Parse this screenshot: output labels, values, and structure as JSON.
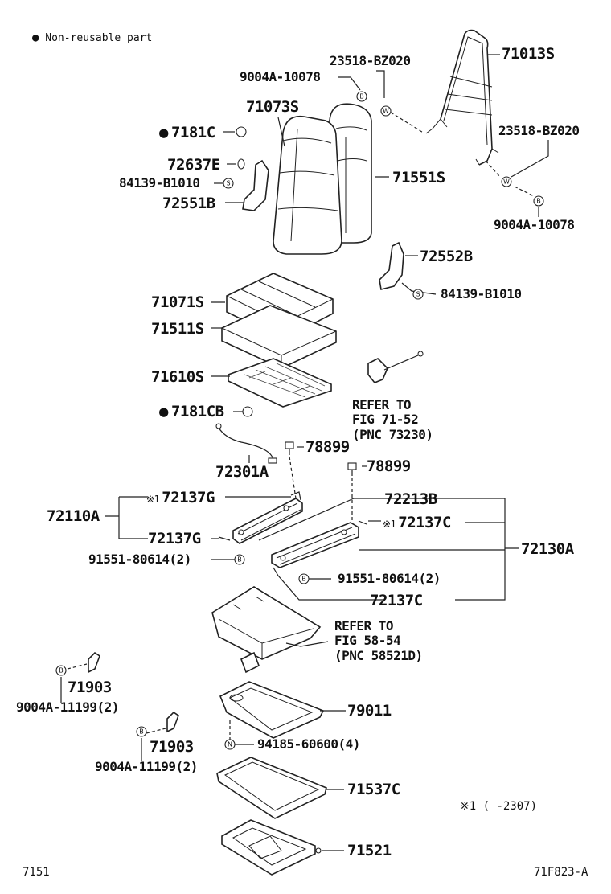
{
  "legend": {
    "non_reusable": "Non-reusable part"
  },
  "footnote": {
    "range": "※1 (      -2307)"
  },
  "footer": {
    "left_code": "7151",
    "right_code": "71F823-A"
  },
  "parts": {
    "p71013S": "71013S",
    "p23518_top": "23518-BZ020",
    "p9004A_10078_top": "9004A-10078",
    "p71073S": "71073S",
    "p7181C": "7181C",
    "p72637E": "72637E",
    "p84139_left": "84139-B1010",
    "p72551B": "72551B",
    "p71551S": "71551S",
    "p23518_right": "23518-BZ020",
    "p9004A_10078_right": "9004A-10078",
    "p72552B": "72552B",
    "p84139_right": "84139-B1010",
    "p71071S": "71071S",
    "p71511S": "71511S",
    "p71610S": "71610S",
    "p7181CB": "7181CB",
    "p72301A": "72301A",
    "p78899_a": "78899",
    "p78899_b": "78899",
    "p72137G_top": "72137G",
    "p72110A": "72110A",
    "p72137G_bottom": "72137G",
    "p91551_left": "91551-80614(2)",
    "p72213B": "72213B",
    "p72137C_top": "72137C",
    "p72130A": "72130A",
    "p91551_right": "91551-80614(2)",
    "p72137C_bottom": "72137C",
    "p71903_a": "71903",
    "p9004A_11199_a": "9004A-11199(2)",
    "p71903_b": "71903",
    "p9004A_11199_b": "9004A-11199(2)",
    "p79011": "79011",
    "p94185": "94185-60600(4)",
    "p71537C": "71537C",
    "p71521": "71521"
  },
  "refs": {
    "ref1": {
      "line1": "REFER TO",
      "line2": "FIG 71-52",
      "line3": "(PNC 73230)"
    },
    "ref2": {
      "line1": "REFER TO",
      "line2": "FIG 58-54",
      "line3": "(PNC 58521D)"
    }
  },
  "callout_letters": {
    "b": "B",
    "w": "W",
    "s": "S",
    "n": "N"
  }
}
